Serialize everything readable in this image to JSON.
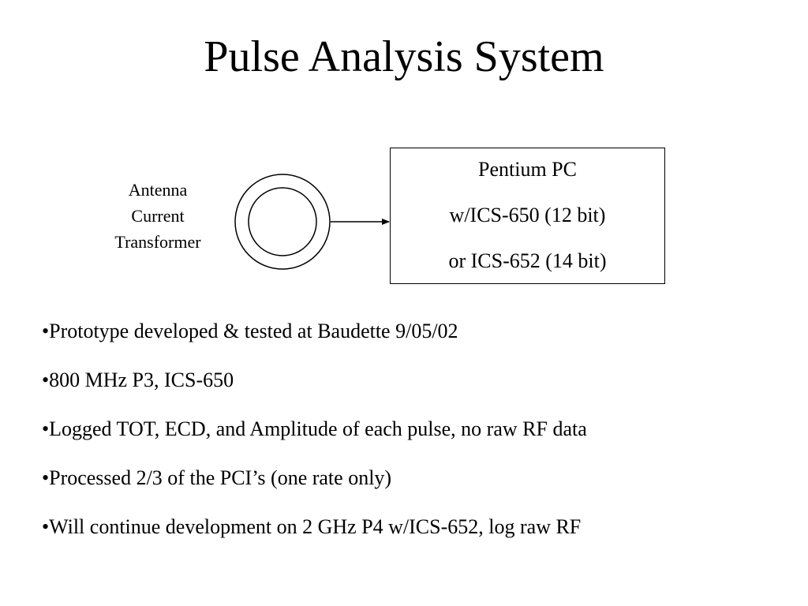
{
  "title": "Pulse Analysis System",
  "diagram": {
    "antenna_label": [
      "Antenna",
      "Current",
      "Transformer"
    ],
    "pc_box_lines": [
      "Pentium PC",
      "w/ICS-650 (12 bit)",
      "or ICS-652 (14 bit)"
    ]
  },
  "bullet_marker": "•",
  "bullets": [
    "Prototype developed & tested at Baudette 9/05/02",
    "800 MHz P3, ICS-650",
    "Logged TOT, ECD, and Amplitude of each pulse, no raw RF data",
    "Processed 2/3 of the PCI’s (one rate only)",
    "Will continue development on 2 GHz P4 w/ICS-652, log raw RF"
  ]
}
